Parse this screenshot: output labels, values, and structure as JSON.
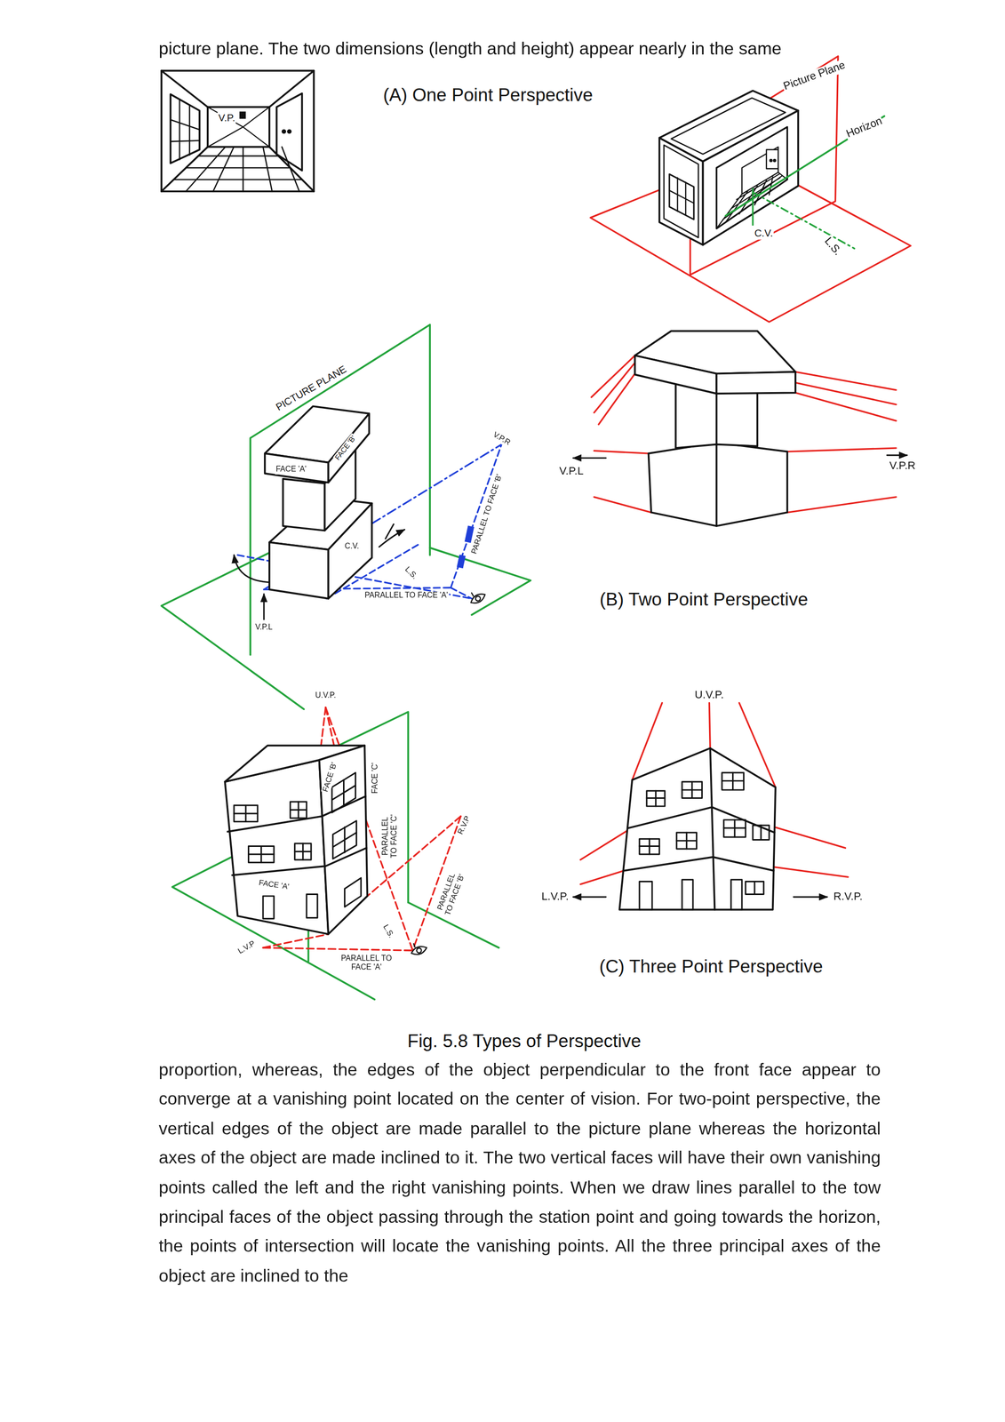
{
  "diagram": {
    "caption": "Fig. 5.8 Types of Perspective",
    "labels": [
      "picture plane. The two dimensions (length and height) appear nearly in the same",
      "(A) One Point Perspective",
      "V.P.",
      "Picture Plane",
      "Horizon",
      "C.V.",
      "L.S.",
      "PICTURE PLANE",
      "FACE 'A'",
      "FACE 'B'",
      "V.P.R",
      "PARALLEL TO FACE 'B'",
      "C.V.",
      "L.S.",
      "PARALLEL TO FACE 'A'",
      "V.P.L",
      "V.P.L",
      "V.P.R",
      "(B) Two Point Perspective",
      "U.V.P.",
      "FACE 'B'",
      "FACE 'C'",
      "PARALLEL TO FACE 'C'",
      "R.V.P",
      "PARALLEL TO FACE 'B'",
      "FACE 'A'",
      "L.V.P",
      "L.S.",
      "PARALLEL TO FACE 'A'",
      "U.V.P.",
      "L.V.P.",
      "R.V.P.",
      "(C) Three Point Perspective",
      "proportion, whereas, the edges of the object perpendicular to the front face appear to converge at a vanishing point located on the center of vision. For two-point perspective, the vertical edges of the object are made parallel to the picture plane whereas the horizontal axes of the object are made inclined to it. The two vertical faces will have their own vanishing points called the left and the right vanishing points. When we draw lines parallel to the tow principal faces of the object passing through the station point and going towards the horizon, the points of intersection will locate the vanishing points. All the three principal axes of the object are inclined to the"
    ]
  }
}
